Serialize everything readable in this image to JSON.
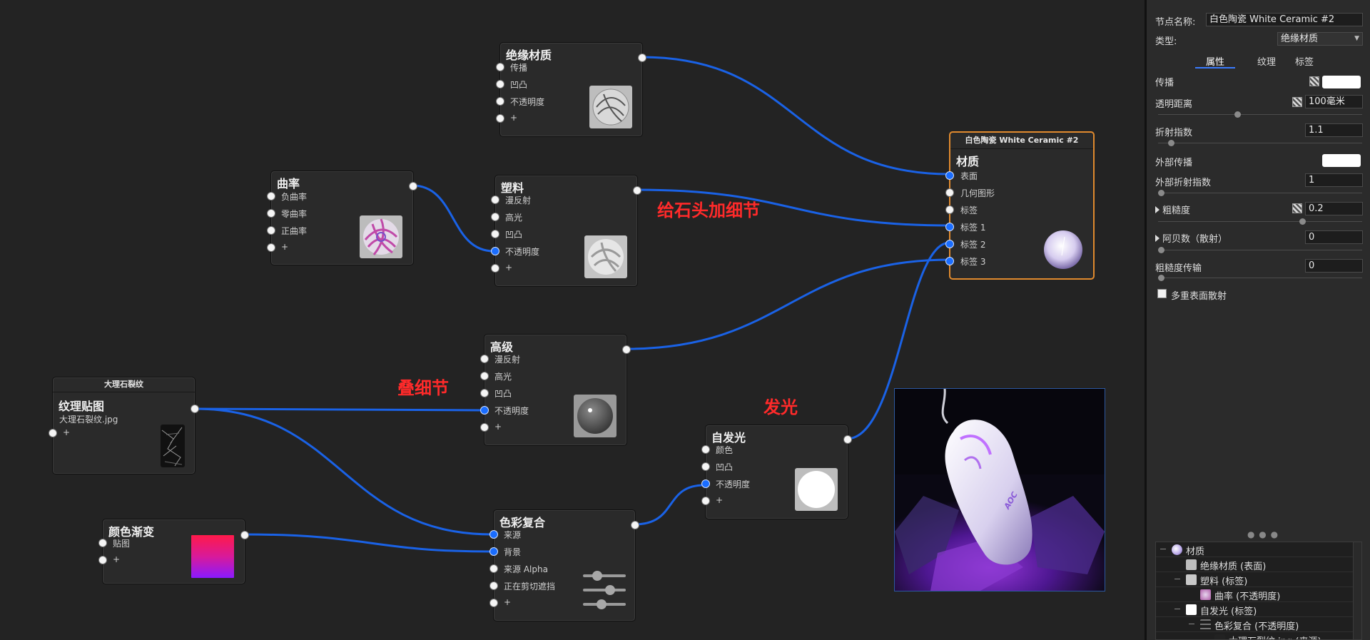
{
  "nodes": {
    "insulator": {
      "title": "绝缘材质",
      "ports": [
        "传播",
        "凹凸",
        "不透明度",
        "+"
      ]
    },
    "curvature": {
      "title": "曲率",
      "ports": [
        "负曲率",
        "零曲率",
        "正曲率",
        "+"
      ]
    },
    "plastic": {
      "title": "塑料",
      "ports": [
        "漫反射",
        "高光",
        "凹凸",
        "不透明度",
        "+"
      ]
    },
    "advanced": {
      "title": "高级",
      "ports": [
        "漫反射",
        "高光",
        "凹凸",
        "不透明度",
        "+"
      ]
    },
    "texture": {
      "header": "大理石裂纹",
      "title": "纹理贴图",
      "file": "大理石裂纹.jpg",
      "ports": [
        "+"
      ]
    },
    "gradient": {
      "title": "颜色渐变",
      "ports": [
        "贴图",
        "+"
      ]
    },
    "composite": {
      "title": "色彩复合",
      "ports": [
        "来源",
        "背景",
        "来源 Alpha",
        "正在剪切遮挡",
        "+"
      ]
    },
    "emissive": {
      "title": "自发光",
      "ports": [
        "颜色",
        "凹凸",
        "不透明度",
        "+"
      ]
    },
    "material": {
      "header": "白色陶瓷 White Ceramic  #2",
      "title": "材质",
      "ports": [
        "表面",
        "几何图形",
        "标签",
        "标签 1",
        "标签 2",
        "标签 3"
      ]
    }
  },
  "annotations": {
    "a1": "给石头加细节",
    "a2": "叠细节",
    "a3": "发光"
  },
  "preview": {
    "brand": "AOC"
  },
  "panel": {
    "node_name_label": "节点名称:",
    "node_name_value": "白色陶瓷 White Ceramic  #2",
    "type_label": "类型:",
    "type_value": "绝缘材质",
    "tabs": [
      "属性",
      "纹理",
      "标签"
    ],
    "active_tab": 0,
    "props": {
      "transmission": "传播",
      "transparency_distance": "透明距离",
      "transparency_distance_value": "100毫米",
      "ior": "折射指数",
      "ior_value": "1.1",
      "outer_transmission": "外部传播",
      "outer_ior": "外部折射指数",
      "outer_ior_value": "1",
      "roughness": "粗糙度",
      "roughness_value": "0.2",
      "abbe": "阿贝数（散射）",
      "abbe_value": "0",
      "roughness_transfer": "粗糙度传输",
      "roughness_transfer_value": "0",
      "multi_scatter": "多重表面散射"
    },
    "tree": [
      {
        "label": "材质",
        "level": 0
      },
      {
        "label": "绝缘材质 (表面)",
        "level": 1
      },
      {
        "label": "塑料 (标签)",
        "level": 1
      },
      {
        "label": "曲率 (不透明度)",
        "level": 2
      },
      {
        "label": "自发光 (标签)",
        "level": 1
      },
      {
        "label": "色彩复合 (不透明度)",
        "level": 2
      },
      {
        "label": "大理石裂纹.jpg (来源)",
        "level": 3
      }
    ]
  },
  "colors": {
    "wire": "#1a62e6",
    "selected_border": "#e08a2e",
    "annotation": "#ff2a2a",
    "port_active": "#1a6dff"
  }
}
